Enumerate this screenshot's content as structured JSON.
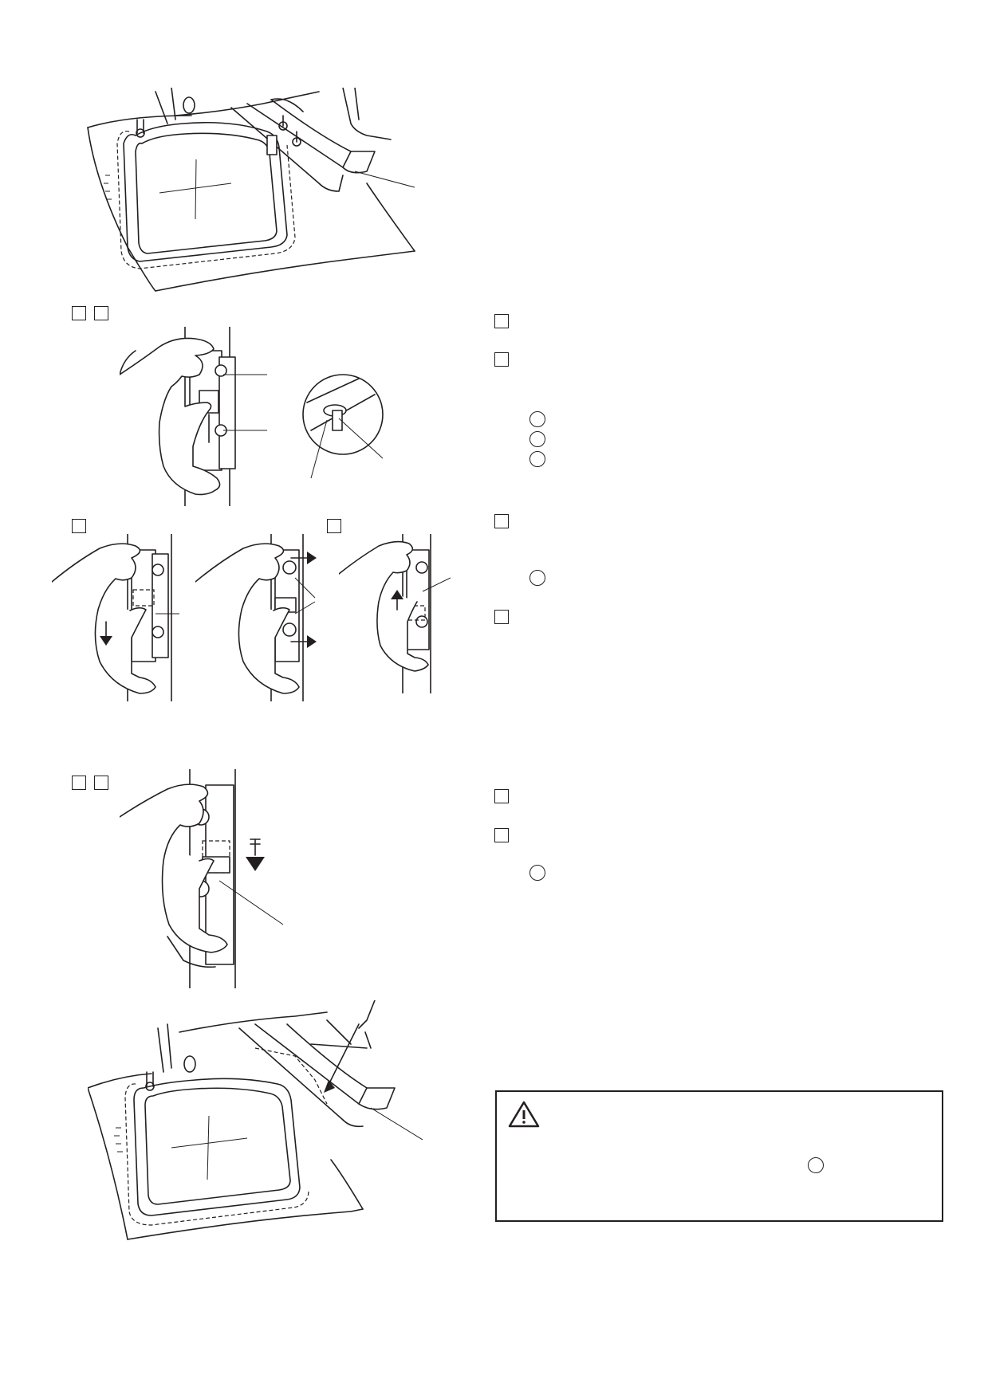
{
  "illustrations": {
    "hoop_machine_top": "embroidery-hoop-on-arm-illustration",
    "step_attach_two": "hand-attaching-hoop-illustration",
    "pin_closeup": "hoop-pin-closeup-illustration",
    "step_remove_a": "hand-pushing-lever-down-illustration",
    "step_remove_b": "hoop-sliding-off-illustration",
    "step_remove_c": "hand-pushing-lever-up-illustration",
    "step_lock": "hand-pressing-lever-down-illustration",
    "hoop_machine_bottom": "embroidery-hoop-attached-illustration"
  },
  "step_markers": {
    "right_column": [
      "",
      "",
      "",
      "",
      "",
      ""
    ],
    "sub_circles": [
      "",
      "",
      "",
      "",
      ""
    ]
  },
  "warning": {
    "icon": "warning-triangle-icon"
  }
}
